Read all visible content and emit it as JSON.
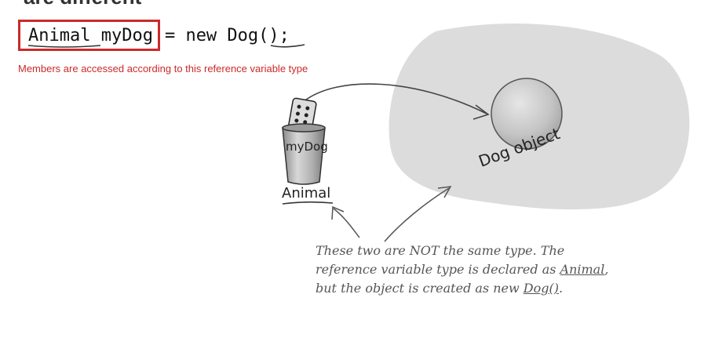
{
  "heading_fragment": "are different",
  "code": {
    "boxed": "Animal myDog",
    "rest": "= new Dog();"
  },
  "note": "Members are accessed according to this reference variable type",
  "cup_label": "myDog",
  "cup_type_label": "Animal",
  "object_label": "Dog object",
  "caption": {
    "line1": "These two are NOT the same type. The",
    "line2a": "reference variable type is declared as ",
    "line2u": "Animal",
    "line2b": ",",
    "line3a": "but the object is created as new ",
    "line3u": "Dog()",
    "line3b": "."
  },
  "colors": {
    "accent_red": "#cc2a2a",
    "blob": "#dcdcdc"
  }
}
